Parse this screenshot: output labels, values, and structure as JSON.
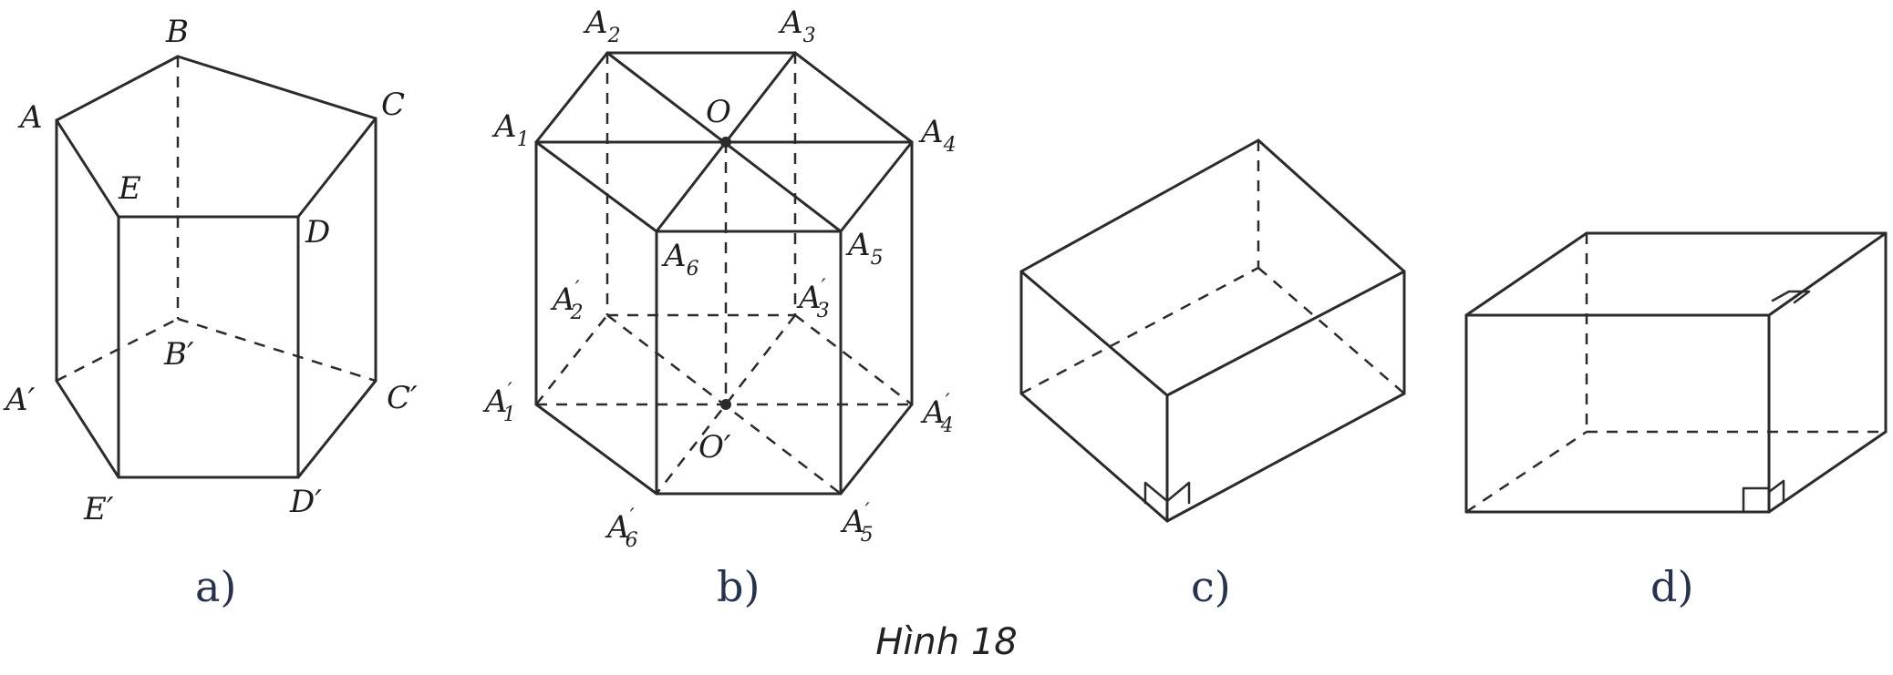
{
  "figure": {
    "caption": "Hình 18",
    "panel_labels": [
      "a)",
      "b)",
      "c)",
      "d)"
    ]
  },
  "panel_a": {
    "vertices": {
      "A": "A",
      "B": "B",
      "C": "C",
      "D": "D",
      "E": "E"
    },
    "bottom_letters": {
      "A": "A",
      "B": "B",
      "C": "C",
      "D": "D",
      "E": "E"
    },
    "prime": "′"
  },
  "panel_b": {
    "top_letter": "A",
    "indices": [
      "1",
      "2",
      "3",
      "4",
      "5",
      "6"
    ],
    "prime": "′",
    "center_top": "O",
    "center_bottom": "O′"
  }
}
